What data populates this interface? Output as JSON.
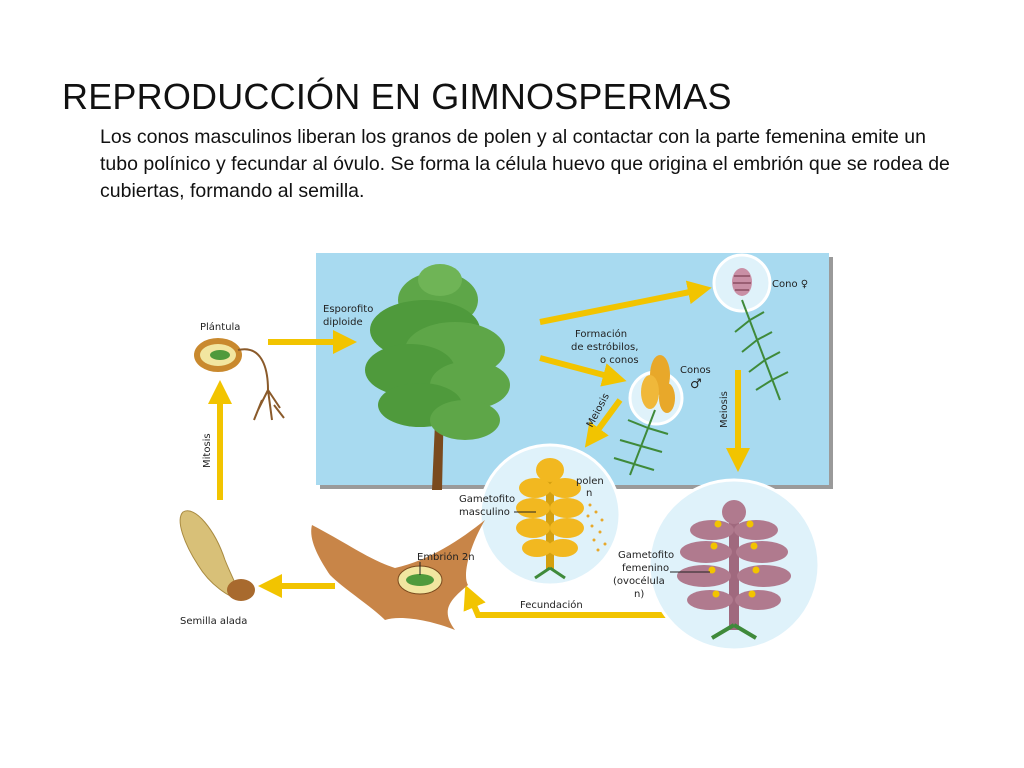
{
  "slide": {
    "title": "REPRODUCCIÓN EN GIMNOSPERMAS",
    "description": "Los conos masculinos liberan los granos de polen y al contactar con la parte femenina emite un tubo polínico y fecundar al óvulo. Se forma la célula huevo que origina el embrión que se rodea de cubiertas, formando al semilla."
  },
  "diagram": {
    "labels": {
      "plantula": "Plántula",
      "esporofito_1": "Esporofito",
      "esporofito_2": "diploide",
      "formacion_1": "Formación",
      "formacion_2": "de estróbilos,",
      "formacion_3": "o conos",
      "cono_fem": "Cono ♀",
      "conos_masc_1": "Conos",
      "conos_masc_2": "♂",
      "meiosis_left": "Meiosis",
      "meiosis_right": "Meiosis",
      "mitosis": "Mitosis",
      "polen_1": "polen",
      "polen_2": "n",
      "gam_masc_1": "Gametofito",
      "gam_masc_2": "masculino",
      "embrion": "Embrión 2n",
      "gam_fem_1": "Gametofito",
      "gam_fem_2": "femenino",
      "gam_fem_3": "(ovocélula",
      "gam_fem_4": "n)",
      "fecundacion": "Fecundación",
      "semilla": "Semilla alada"
    },
    "colors": {
      "panel": "#a8daf0",
      "arrow": "#f2c400",
      "tree": "#4f9a3c",
      "circle": "#dff2fa",
      "cone": "#e8a82a",
      "female_cone": "#b07a8e"
    }
  }
}
